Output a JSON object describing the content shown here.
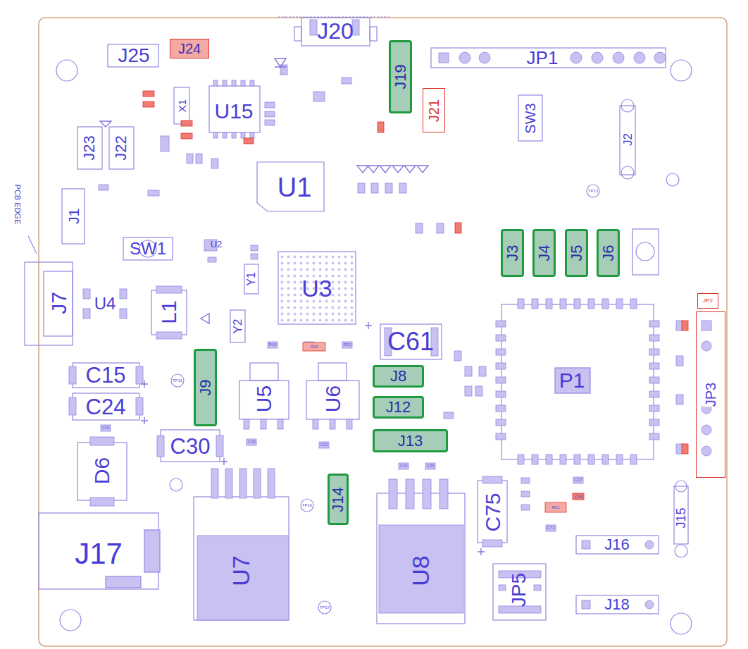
{
  "diagram": {
    "nodes": [
      {
        "text": [
          "J24"
        ]
      },
      {
        "text": [
          "J19"
        ]
      },
      {
        "text": [
          "J21"
        ]
      },
      {
        "text": [
          "J3"
        ]
      },
      {
        "text": [
          "J4"
        ]
      },
      {
        "text": [
          "J5"
        ]
      },
      {
        "text": [
          "J6"
        ]
      },
      {
        "text": [
          "JP2"
        ]
      },
      {
        "text": [
          "JP3"
        ]
      },
      {
        "text": [
          "J9"
        ]
      },
      {
        "text": [
          "J8"
        ]
      },
      {
        "text": [
          "J12"
        ]
      },
      {
        "text": [
          "J13"
        ]
      },
      {
        "text": [
          "J14"
        ]
      }
    ],
    "labels": [
      "J25",
      "J20",
      "JP1",
      "U15",
      "X1",
      "SW3",
      "J2",
      "J23",
      "J22",
      "U1",
      "PCB EDGE",
      "J1",
      "SW1",
      "U2",
      "J7",
      "U4",
      "L1",
      "Y1",
      "U3",
      "Y2",
      "C61",
      "P1",
      "C15",
      "C24",
      "U5",
      "U6",
      "C30",
      "D6",
      "U7",
      "U8",
      "C75",
      "J15",
      "J16",
      "J18",
      "J17",
      "JP5",
      "TP11",
      "TP16",
      "TP17",
      "TP13",
      "C26",
      "C29",
      "C31",
      "C34",
      "C35",
      "R18",
      "R20",
      "R22",
      "R51",
      "C71",
      "C37",
      "C36"
    ]
  }
}
